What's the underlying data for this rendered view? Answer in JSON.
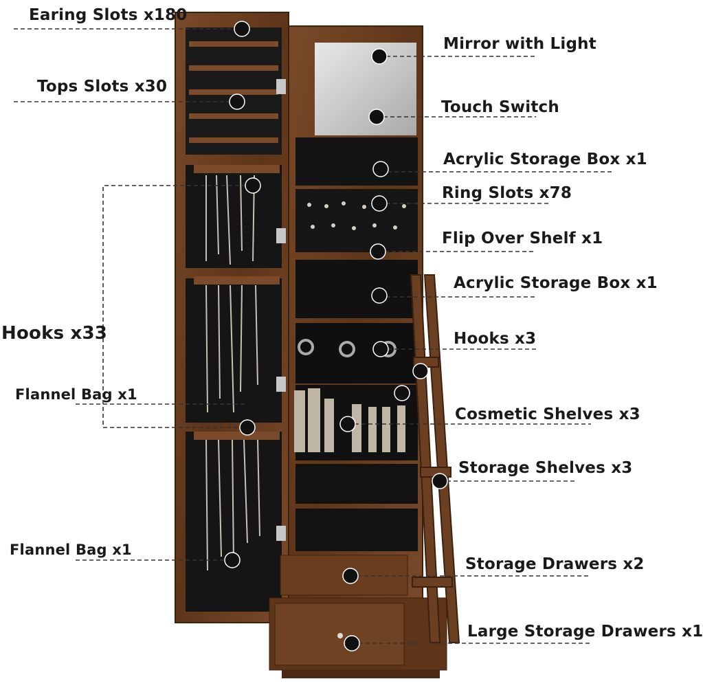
{
  "labels": {
    "earing_slots": "Earing Slots x180",
    "tops_slots": "Tops Slots x30",
    "hooks_33": "Hooks x33",
    "flannel_bag_1": "Flannel Bag x1",
    "flannel_bag_2": "Flannel Bag x1",
    "mirror_with_light": "Mirror with Light",
    "touch_switch": "Touch Switch",
    "acrylic_box_1": "Acrylic Storage Box x1",
    "ring_slots": "Ring Slots x78",
    "flip_over_shelf": "Flip Over Shelf x1",
    "acrylic_box_2": "Acrylic Storage Box x1",
    "hooks_3": "Hooks x3",
    "cosmetic_shelves": "Cosmetic Shelves x3",
    "storage_shelves": "Storage Shelves x3",
    "storage_drawers": "Storage Drawers x2",
    "large_storage_drawers": "Large Storage Drawers x1"
  },
  "colors": {
    "wood": "#6b3f22",
    "wood_dark": "#4a2a15",
    "lining": "#111111",
    "mirror": "#cfcfcf",
    "marker": "#111111",
    "leader": "#333333"
  }
}
